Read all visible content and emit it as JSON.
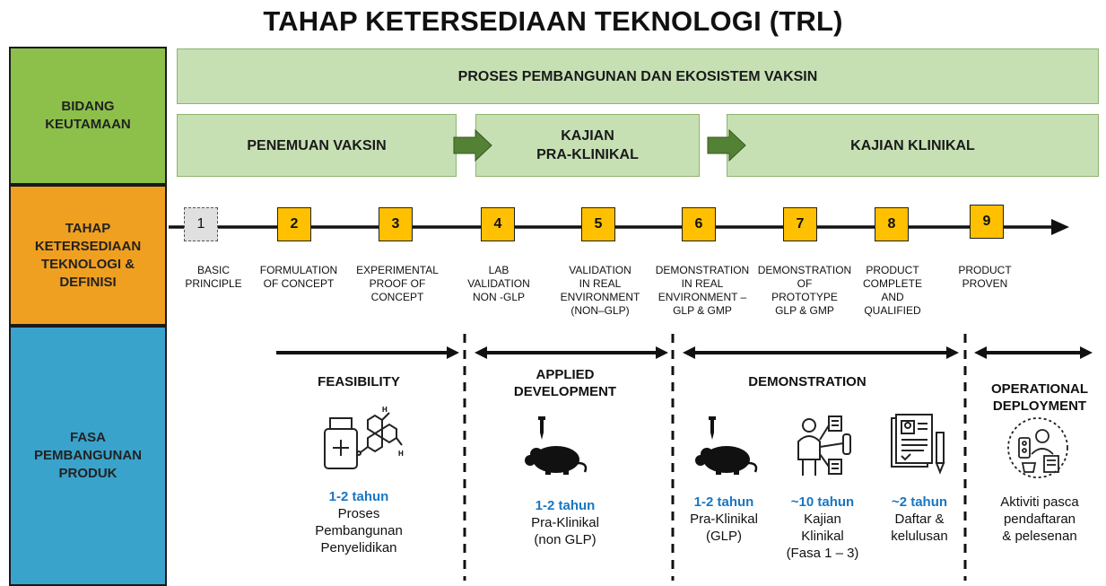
{
  "title": "TAHAP KETERSEDIAAN TEKNOLOGI (TRL)",
  "rows": {
    "bidang": "BIDANG\nKEUTAMAAN",
    "tahap": "TAHAP\nKETERSEDIAAN\nTEKNOLOGI &\nDEFINISI",
    "fasa": "FASA\nPEMBANGUNAN\nPRODUK"
  },
  "banner": "PROSES PEMBANGUNAN DAN EKOSISTEM VAKSIN",
  "stages": [
    "PENEMUAN VAKSIN",
    "KAJIAN\nPRA-KLINIKAL",
    "KAJIAN KLINIKAL"
  ],
  "trl_levels": [
    {
      "num": "1",
      "def": "BASIC\nPRINCIPLE"
    },
    {
      "num": "2",
      "def": "FORMULATION\nOF CONCEPT"
    },
    {
      "num": "3",
      "def": "EXPERIMENTAL\nPROOF OF\nCONCEPT"
    },
    {
      "num": "4",
      "def": "LAB\nVALIDATION\nNON -GLP"
    },
    {
      "num": "5",
      "def": "VALIDATION\nIN REAL\nENVIRONMENT\n(NON–GLP)"
    },
    {
      "num": "6",
      "def": "DEMONSTRATION\nIN REAL\nENVIRONMENT –\nGLP & GMP"
    },
    {
      "num": "7",
      "def": "DEMONSTRATION\nOF\nPROTOTYPE\nGLP & GMP"
    },
    {
      "num": "8",
      "def": "PRODUCT\nCOMPLETE\nAND\nQUALIFIED"
    },
    {
      "num": "9",
      "def": "PRODUCT\nPROVEN"
    }
  ],
  "phases": [
    {
      "name": "FEASIBILITY"
    },
    {
      "name": "APPLIED\nDEVELOPMENT"
    },
    {
      "name": "DEMONSTRATION"
    },
    {
      "name": "OPERATIONAL\nDEPLOYMENT"
    }
  ],
  "durations": [
    {
      "years": "1-2 tahun",
      "desc": "Proses\nPembangunan\nPenyelidikan"
    },
    {
      "years": "1-2 tahun",
      "desc": "Pra-Klinikal\n(non GLP)"
    },
    {
      "years": "1-2 tahun",
      "desc": "Pra-Klinikal\n(GLP)"
    },
    {
      "years": "~10 tahun",
      "desc": "Kajian\nKlinikal\n(Fasa 1 – 3)"
    },
    {
      "years": "~2 tahun",
      "desc": "Daftar &\nkelulusan"
    },
    {
      "years": "",
      "desc": "Aktiviti pasca\npendaftaran\n& pelesenan"
    }
  ],
  "icons": [
    "molecule-bottle-icon",
    "lab-mouse-icon",
    "lab-mouse-icon",
    "scientist-icon",
    "document-form-icon",
    "medical-team-icon"
  ],
  "colors": {
    "green": "#8cc04a",
    "orange": "#f0a020",
    "blue": "#3aa3cc",
    "light_green": "#c6e0b4",
    "trl_yellow": "#ffc000",
    "years_blue": "#1976c2"
  }
}
